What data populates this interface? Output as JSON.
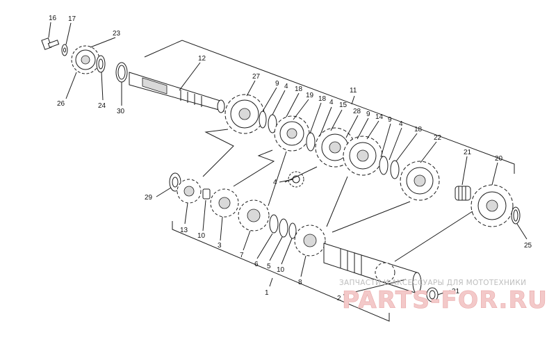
{
  "callouts": [
    "16",
    "17",
    "23",
    "26",
    "24",
    "30",
    "12",
    "27",
    "9",
    "4",
    "18",
    "19",
    "18",
    "4",
    "15",
    "28",
    "9",
    "14",
    "9",
    "4",
    "18",
    "22",
    "21",
    "20",
    "25",
    "11",
    "4",
    "29",
    "13",
    "10",
    "3",
    "7",
    "6",
    "5",
    "10",
    "8",
    "1",
    "2",
    "31"
  ],
  "watermark": {
    "caption": "ЗАПЧАСТИ И АКСЕССУАРЫ ДЛЯ МОТОТЕХНИКИ",
    "logo": "PARTS-FOR.RU"
  }
}
